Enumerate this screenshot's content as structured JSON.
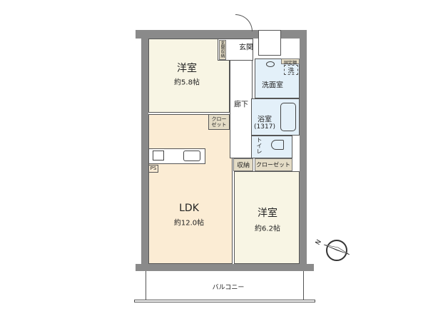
{
  "rooms": {
    "western1": {
      "name": "洋室",
      "size": "約5.8帖"
    },
    "ldk": {
      "name": "LDK",
      "size": "約12.0帖"
    },
    "western2": {
      "name": "洋室",
      "size": "約6.2帖"
    },
    "entrance": "玄関",
    "entrance_storage": "玄関収納",
    "hallway": "廊下",
    "washroom": "洗面室",
    "bathroom": {
      "name": "浴室",
      "size": "(1317)"
    },
    "toilet": "トイレ",
    "storage": "収納",
    "closet": "クローゼット",
    "closet_small": "クローゼット",
    "fixed_shelf": "固定棚",
    "washer": "洗",
    "ps": "PS",
    "balcony": "バルコニー"
  },
  "compass": {
    "label": "N"
  },
  "colors": {
    "western": "#f8f5e4",
    "ldk": "#fbecd4",
    "wet": "#e3f0f9",
    "storage": "#e4dcc6",
    "wall": "#8a8a8a"
  }
}
